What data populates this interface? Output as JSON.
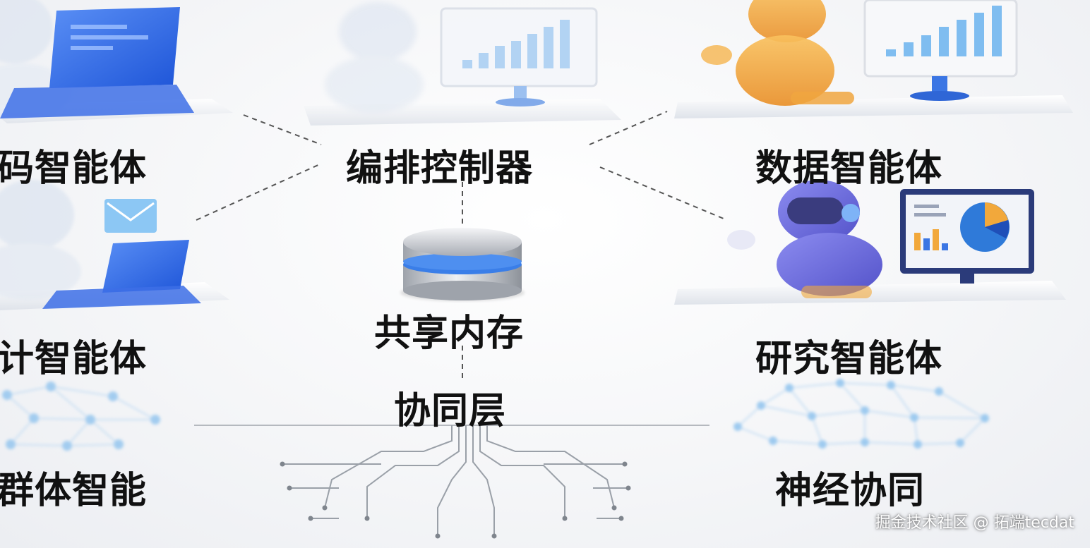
{
  "labels": {
    "code_agent": "码智能体",
    "orchestrator": "编排控制器",
    "data_agent": "数据智能体",
    "design_agent": "计智能体",
    "shared_memory": "共享内存",
    "research_agent": "研究智能体",
    "coordination_layer": "协同层",
    "swarm_intelligence": "群体智能",
    "neural_coordination": "神经协同"
  },
  "watermark": "掘金技术社区 @ 拓端tecdat",
  "colors": {
    "accent_blue": "#2f6fe4",
    "robot_orange": "#f2a83b",
    "robot_purple": "#6f6ee0",
    "node_blue": "#8fc3ee",
    "dash_gray": "#555555"
  },
  "icons": [
    "laptop-robot-icon",
    "monitor-robot-icon",
    "orange-robot-icon",
    "mail-robot-icon",
    "database-icon",
    "purple-robot-icon",
    "network-icon",
    "circuit-icon"
  ]
}
